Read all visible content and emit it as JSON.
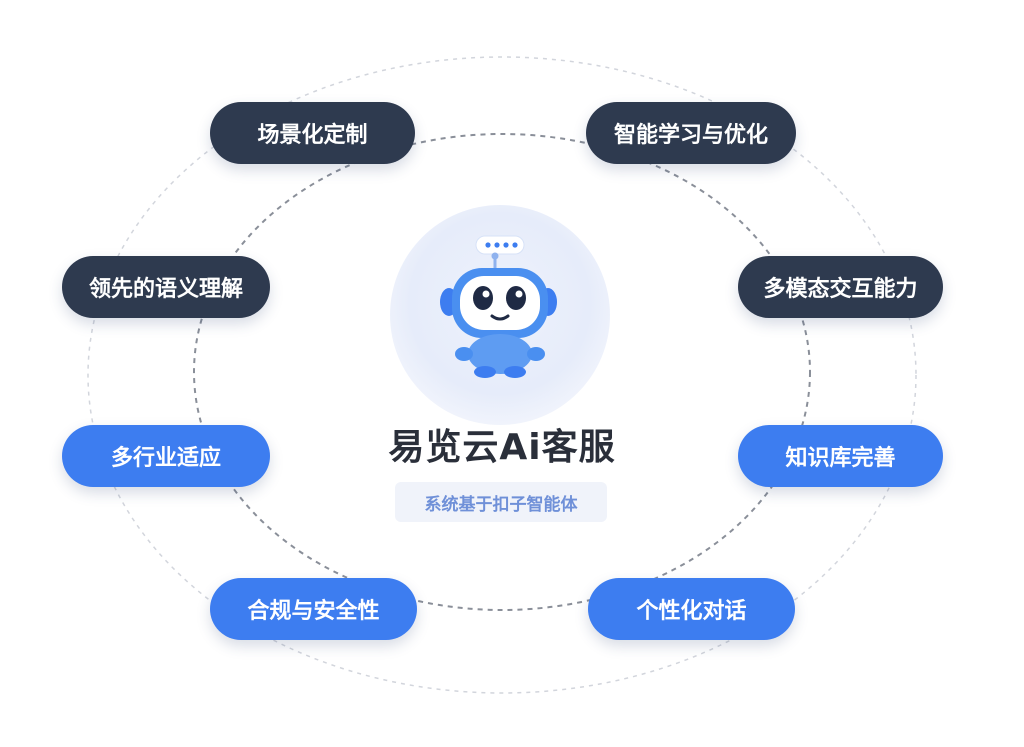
{
  "center": {
    "title": "易览云Ai客服",
    "subtitle": "系统基于扣子智能体",
    "icon": "robot-mascot-icon"
  },
  "nodes": [
    {
      "id": "scene-customization",
      "label": "场景化定制",
      "style": "dark"
    },
    {
      "id": "smart-learning",
      "label": "智能学习与优化",
      "style": "dark"
    },
    {
      "id": "semantic-understanding",
      "label": "领先的语义理解",
      "style": "dark"
    },
    {
      "id": "multimodal-interaction",
      "label": "多模态交互能力",
      "style": "dark"
    },
    {
      "id": "multi-industry",
      "label": "多行业适应",
      "style": "blue"
    },
    {
      "id": "knowledge-base",
      "label": "知识库完善",
      "style": "blue"
    },
    {
      "id": "compliance-security",
      "label": "合规与安全性",
      "style": "blue"
    },
    {
      "id": "personalized-dialogue",
      "label": "个性化对话",
      "style": "blue"
    }
  ],
  "colors": {
    "dark_pill": "#2e3a4f",
    "blue_pill": "#3d7df0",
    "title": "#2a2f3a",
    "subtitle": "#6f90d8",
    "robot": "#4a8ff0"
  }
}
